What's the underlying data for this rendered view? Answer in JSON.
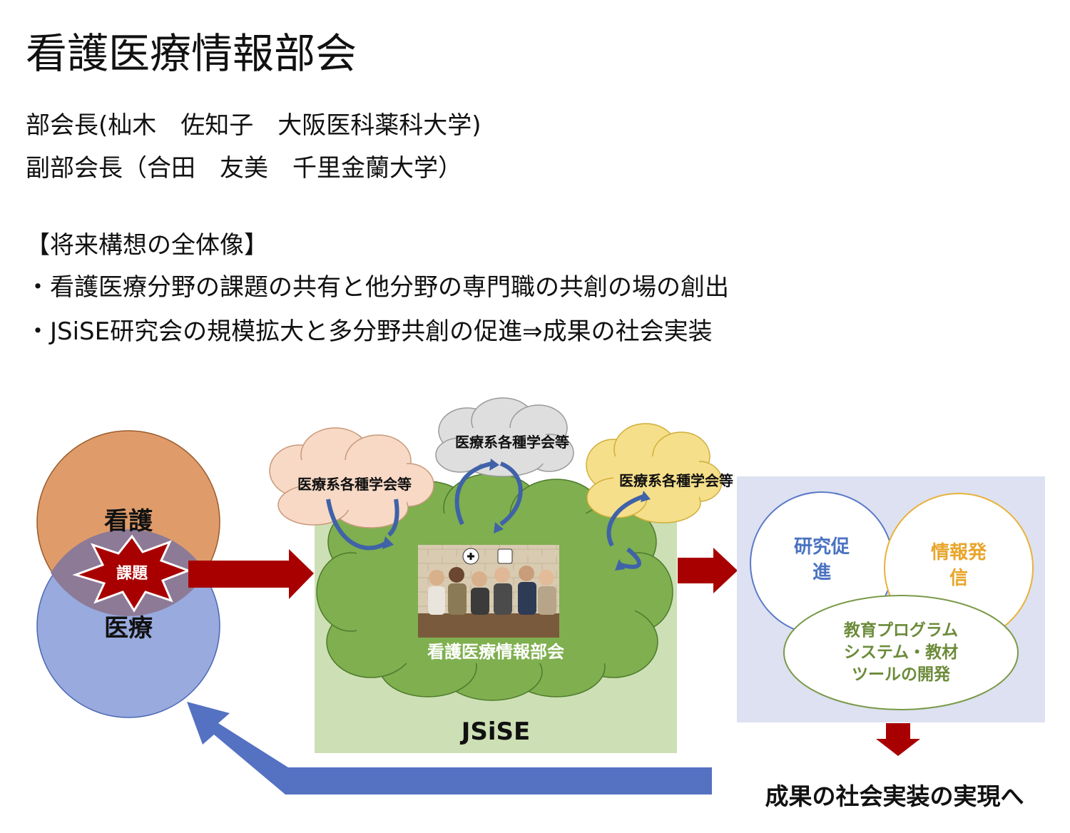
{
  "header": {
    "title": "看護医療情報部会",
    "chair": "部会長(杣木　佐知子　大阪医科薬科大学)",
    "vice_chair": "副部会長（合田　友美　千里金蘭大学）"
  },
  "vision": {
    "heading": "【将来構想の全体像】",
    "bullets": [
      "・看護医療分野の課題の共有と他分野の専門職の共創の場の創出",
      "・JSiSE研究会の規模拡大と多分野共創の促進⇒成果の社会実装"
    ]
  },
  "diagram": {
    "circle_nursing": "看護",
    "circle_medical": "医療",
    "issue_burst": "課題",
    "society_clouds": [
      "医療系各種学会等",
      "医療系各種学会等",
      "医療系各種学会等"
    ],
    "group_label": "看護医療情報部会",
    "jsise_label": "JSiSE",
    "outcome_research": [
      "研究促",
      "進"
    ],
    "outcome_info": [
      "情報発",
      "信"
    ],
    "outcome_dev": [
      "教育プログラム",
      "システム・教材",
      "ツールの開発"
    ],
    "final_label": "成果の社会実装の実現へ",
    "colors": {
      "nursing": "#df9c6a",
      "medical": "#98aade",
      "issue": "#a80000",
      "arrow_red": "#a80000",
      "arrow_blue": "#5571c2",
      "jsise_bg": "#cde0b5",
      "cloud_green": "#7faf4f",
      "outcome_bg": "#dde1f1",
      "research_text": "#4a72c0",
      "info_text": "#e8a52a",
      "dev_text": "#6c8b3a"
    }
  }
}
